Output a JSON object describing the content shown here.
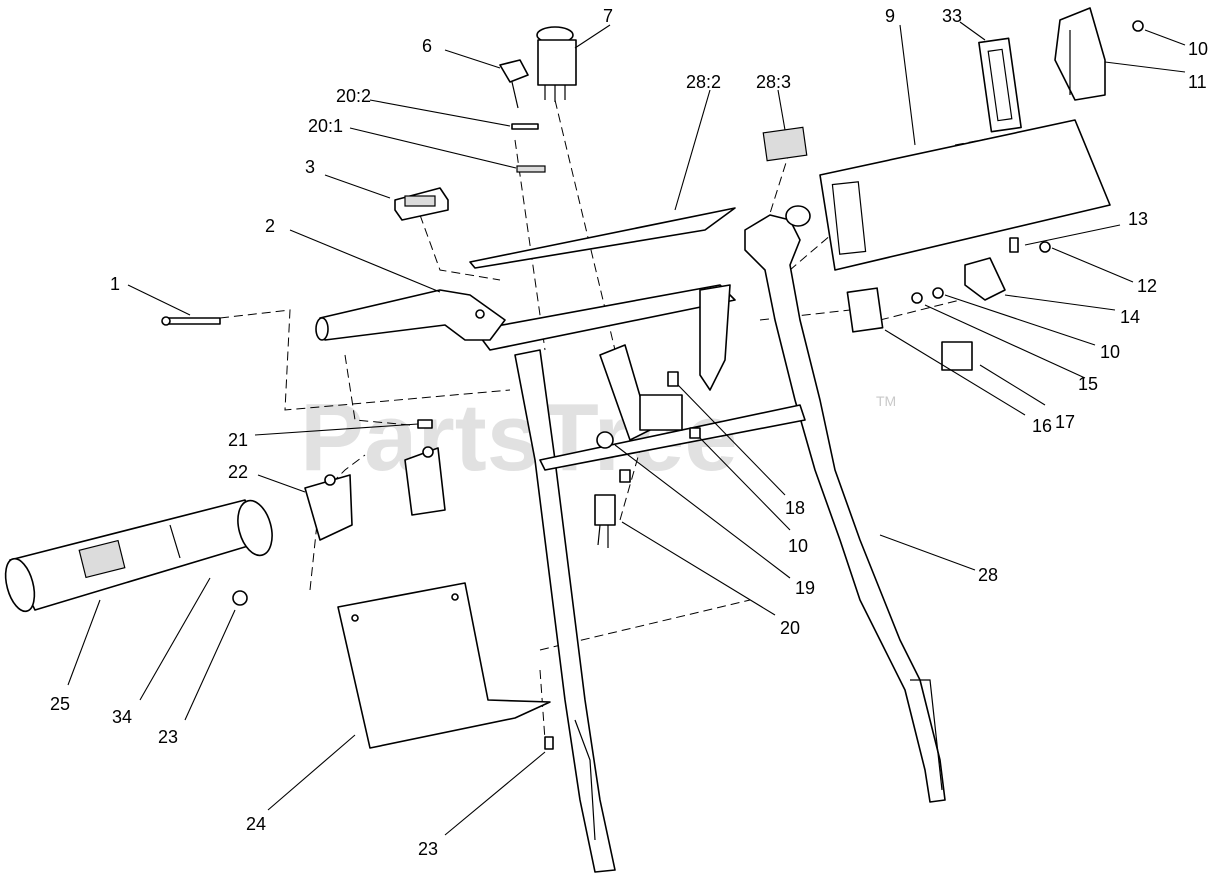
{
  "watermark": {
    "text": "PartsTree",
    "mark": "TM"
  },
  "callouts": [
    {
      "id": "c1",
      "text": "1"
    },
    {
      "id": "c2",
      "text": "2"
    },
    {
      "id": "c3",
      "text": "3"
    },
    {
      "id": "c6",
      "text": "6"
    },
    {
      "id": "c7",
      "text": "7"
    },
    {
      "id": "c9",
      "text": "9"
    },
    {
      "id": "c10a",
      "text": "10"
    },
    {
      "id": "c10b",
      "text": "10"
    },
    {
      "id": "c10c",
      "text": "10"
    },
    {
      "id": "c11",
      "text": "11"
    },
    {
      "id": "c12",
      "text": "12"
    },
    {
      "id": "c13",
      "text": "13"
    },
    {
      "id": "c14",
      "text": "14"
    },
    {
      "id": "c15",
      "text": "15"
    },
    {
      "id": "c16",
      "text": "16"
    },
    {
      "id": "c17",
      "text": "17"
    },
    {
      "id": "c18",
      "text": "18"
    },
    {
      "id": "c19",
      "text": "19"
    },
    {
      "id": "c20",
      "text": "20"
    },
    {
      "id": "c20_1",
      "text": "20:1"
    },
    {
      "id": "c20_2",
      "text": "20:2"
    },
    {
      "id": "c21",
      "text": "21"
    },
    {
      "id": "c22",
      "text": "22"
    },
    {
      "id": "c23a",
      "text": "23"
    },
    {
      "id": "c23b",
      "text": "23"
    },
    {
      "id": "c24",
      "text": "24"
    },
    {
      "id": "c25",
      "text": "25"
    },
    {
      "id": "c28",
      "text": "28"
    },
    {
      "id": "c28_2",
      "text": "28:2"
    },
    {
      "id": "c28_3",
      "text": "28:3"
    },
    {
      "id": "c33",
      "text": "33"
    },
    {
      "id": "c34",
      "text": "34"
    }
  ]
}
